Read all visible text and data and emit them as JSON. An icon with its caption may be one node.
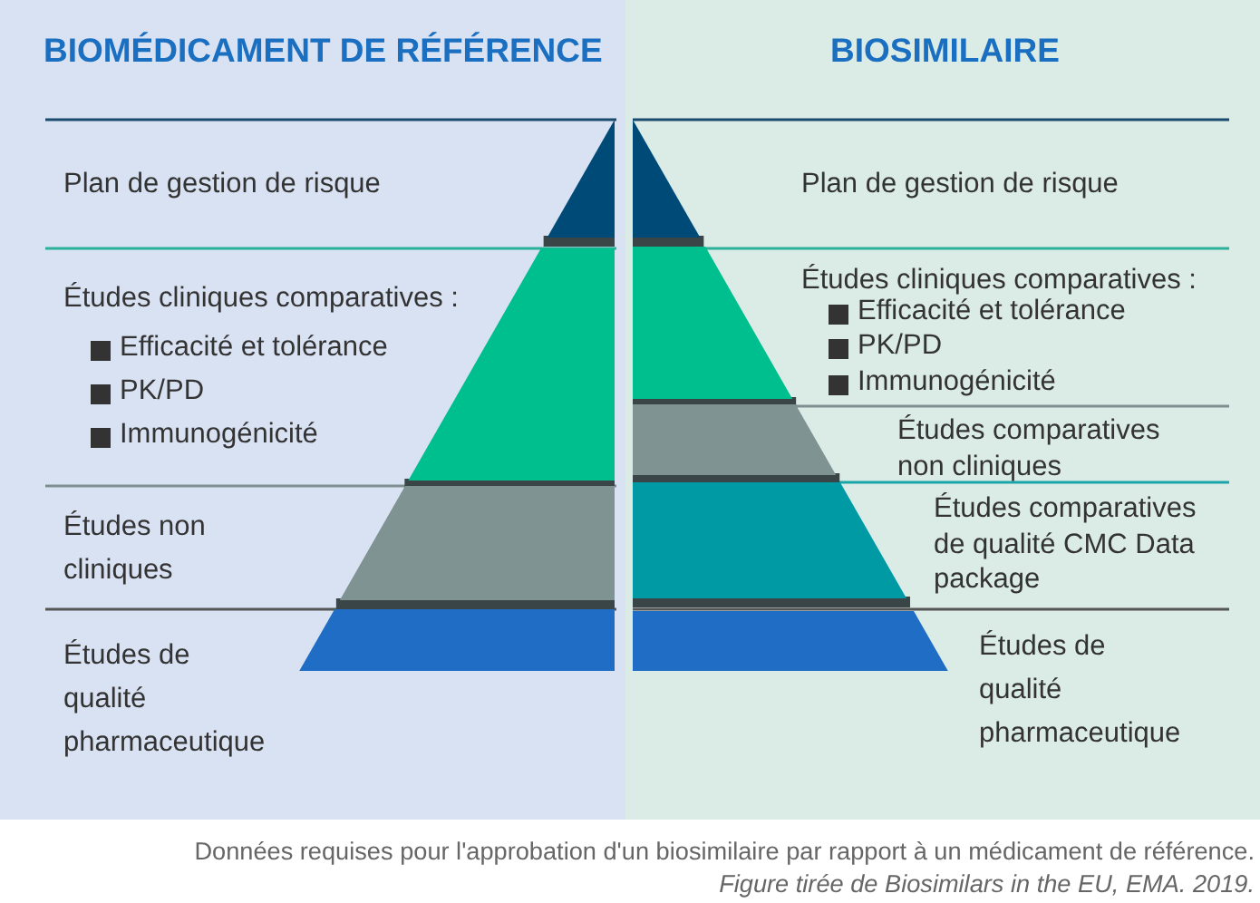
{
  "diagram": {
    "caption": "Données requises pour l'approbation d'un biosimilaire par rapport à un médicament de référence. *Figure tirée de Biosimilars in the EU, EMA. 2019.*",
    "nodes": [
      {
        "text": [
          "BIOMÉDICAMENT DE RÉFÉRENCE"
        ]
      },
      {
        "text": [
          "BIOSIMILAIRE"
        ]
      }
    ],
    "labels": [
      "Plan de gestion de risque",
      "Études cliniques comparatives :",
      "Efficacité et tolérance",
      "PK/PD",
      "Immunogénicité",
      "Études non cliniques",
      "Études de qualité pharmaceutique",
      "Plan de gestion de risque",
      "Études cliniques comparatives :",
      "Efficacité et tolérance",
      "PK/PD",
      "Immunogénicité",
      "Études comparatives non cliniques",
      "Études comparatives de qualité CMC Data package",
      "Études de qualité pharmaceutique"
    ]
  }
}
